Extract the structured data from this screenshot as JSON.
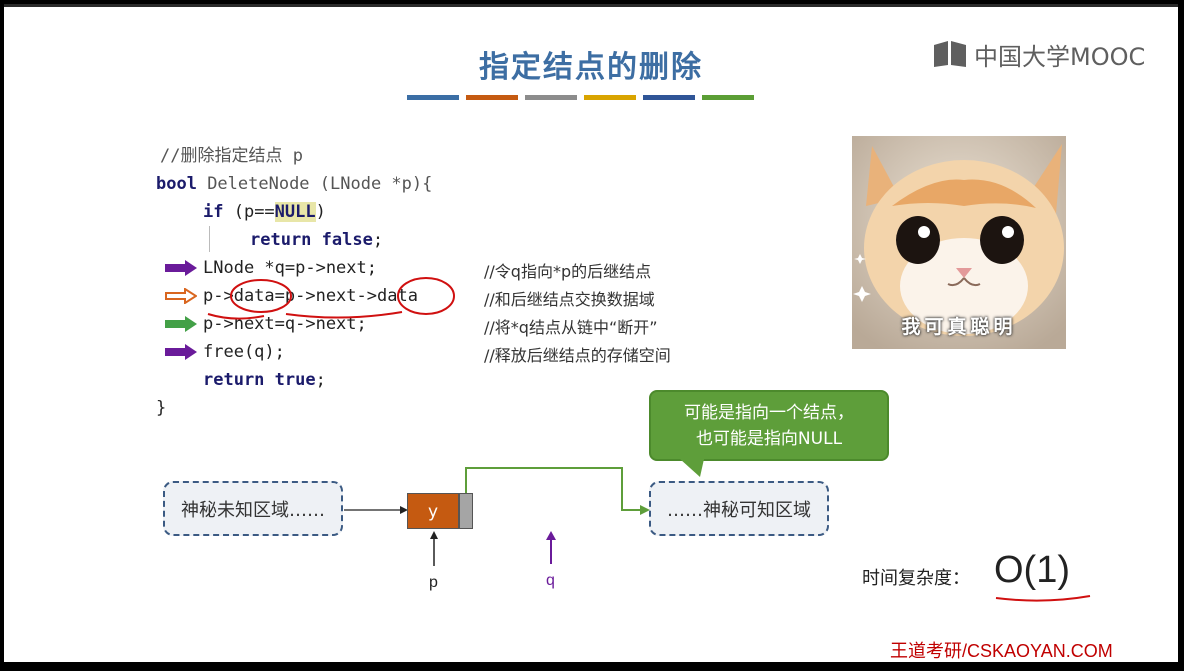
{
  "title": "指定结点的删除",
  "logo": {
    "text": "中国大学MOOC",
    "icon": "mooc-book-icon"
  },
  "color_bars": [
    "#3b6ea5",
    "#c55a11",
    "#8c8c8c",
    "#d9a400",
    "#2f5597",
    "#5b9e35"
  ],
  "code": {
    "l1": "//删除指定结点 p",
    "l2_kw": "bool",
    "l2_rest": " DeleteNode (LNode *p){",
    "l3_kw": "if",
    "l3_a": " (p==",
    "l3_null": "NULL",
    "l3_b": ")",
    "l4_a": "return ",
    "l4_b": "false",
    "l4_c": ";",
    "l5": "LNode *q=p->next;",
    "l6": "p->data=p->next->data",
    "l7": "p->next=q->next;",
    "l8": "free(q);",
    "l9_a": "return ",
    "l9_b": "true",
    "l9_c": ";",
    "l10": "}",
    "c5": "//令q指向*p的后继结点",
    "c6": "//和后继结点交换数据域",
    "c7": "//将*q结点从链中“断开”",
    "c8": "//释放后继结点的存储空间"
  },
  "arrow_colors": {
    "purple": "#6a1b9a",
    "orange": "#d9661f",
    "green": "#43a047"
  },
  "meme": {
    "caption": "我可真聪明"
  },
  "bubble": {
    "line1": "可能是指向一个结点，",
    "line2": "也可能是指向NULL"
  },
  "diagram": {
    "left_region": "神秘未知区域……",
    "right_region": "……神秘可知区域",
    "node_value": "y",
    "pointer_p": "p",
    "pointer_q": "q"
  },
  "complexity": {
    "label": "时间复杂度：",
    "value": "O(1)"
  },
  "footer": "王道考研/CSKAOYAN.COM"
}
